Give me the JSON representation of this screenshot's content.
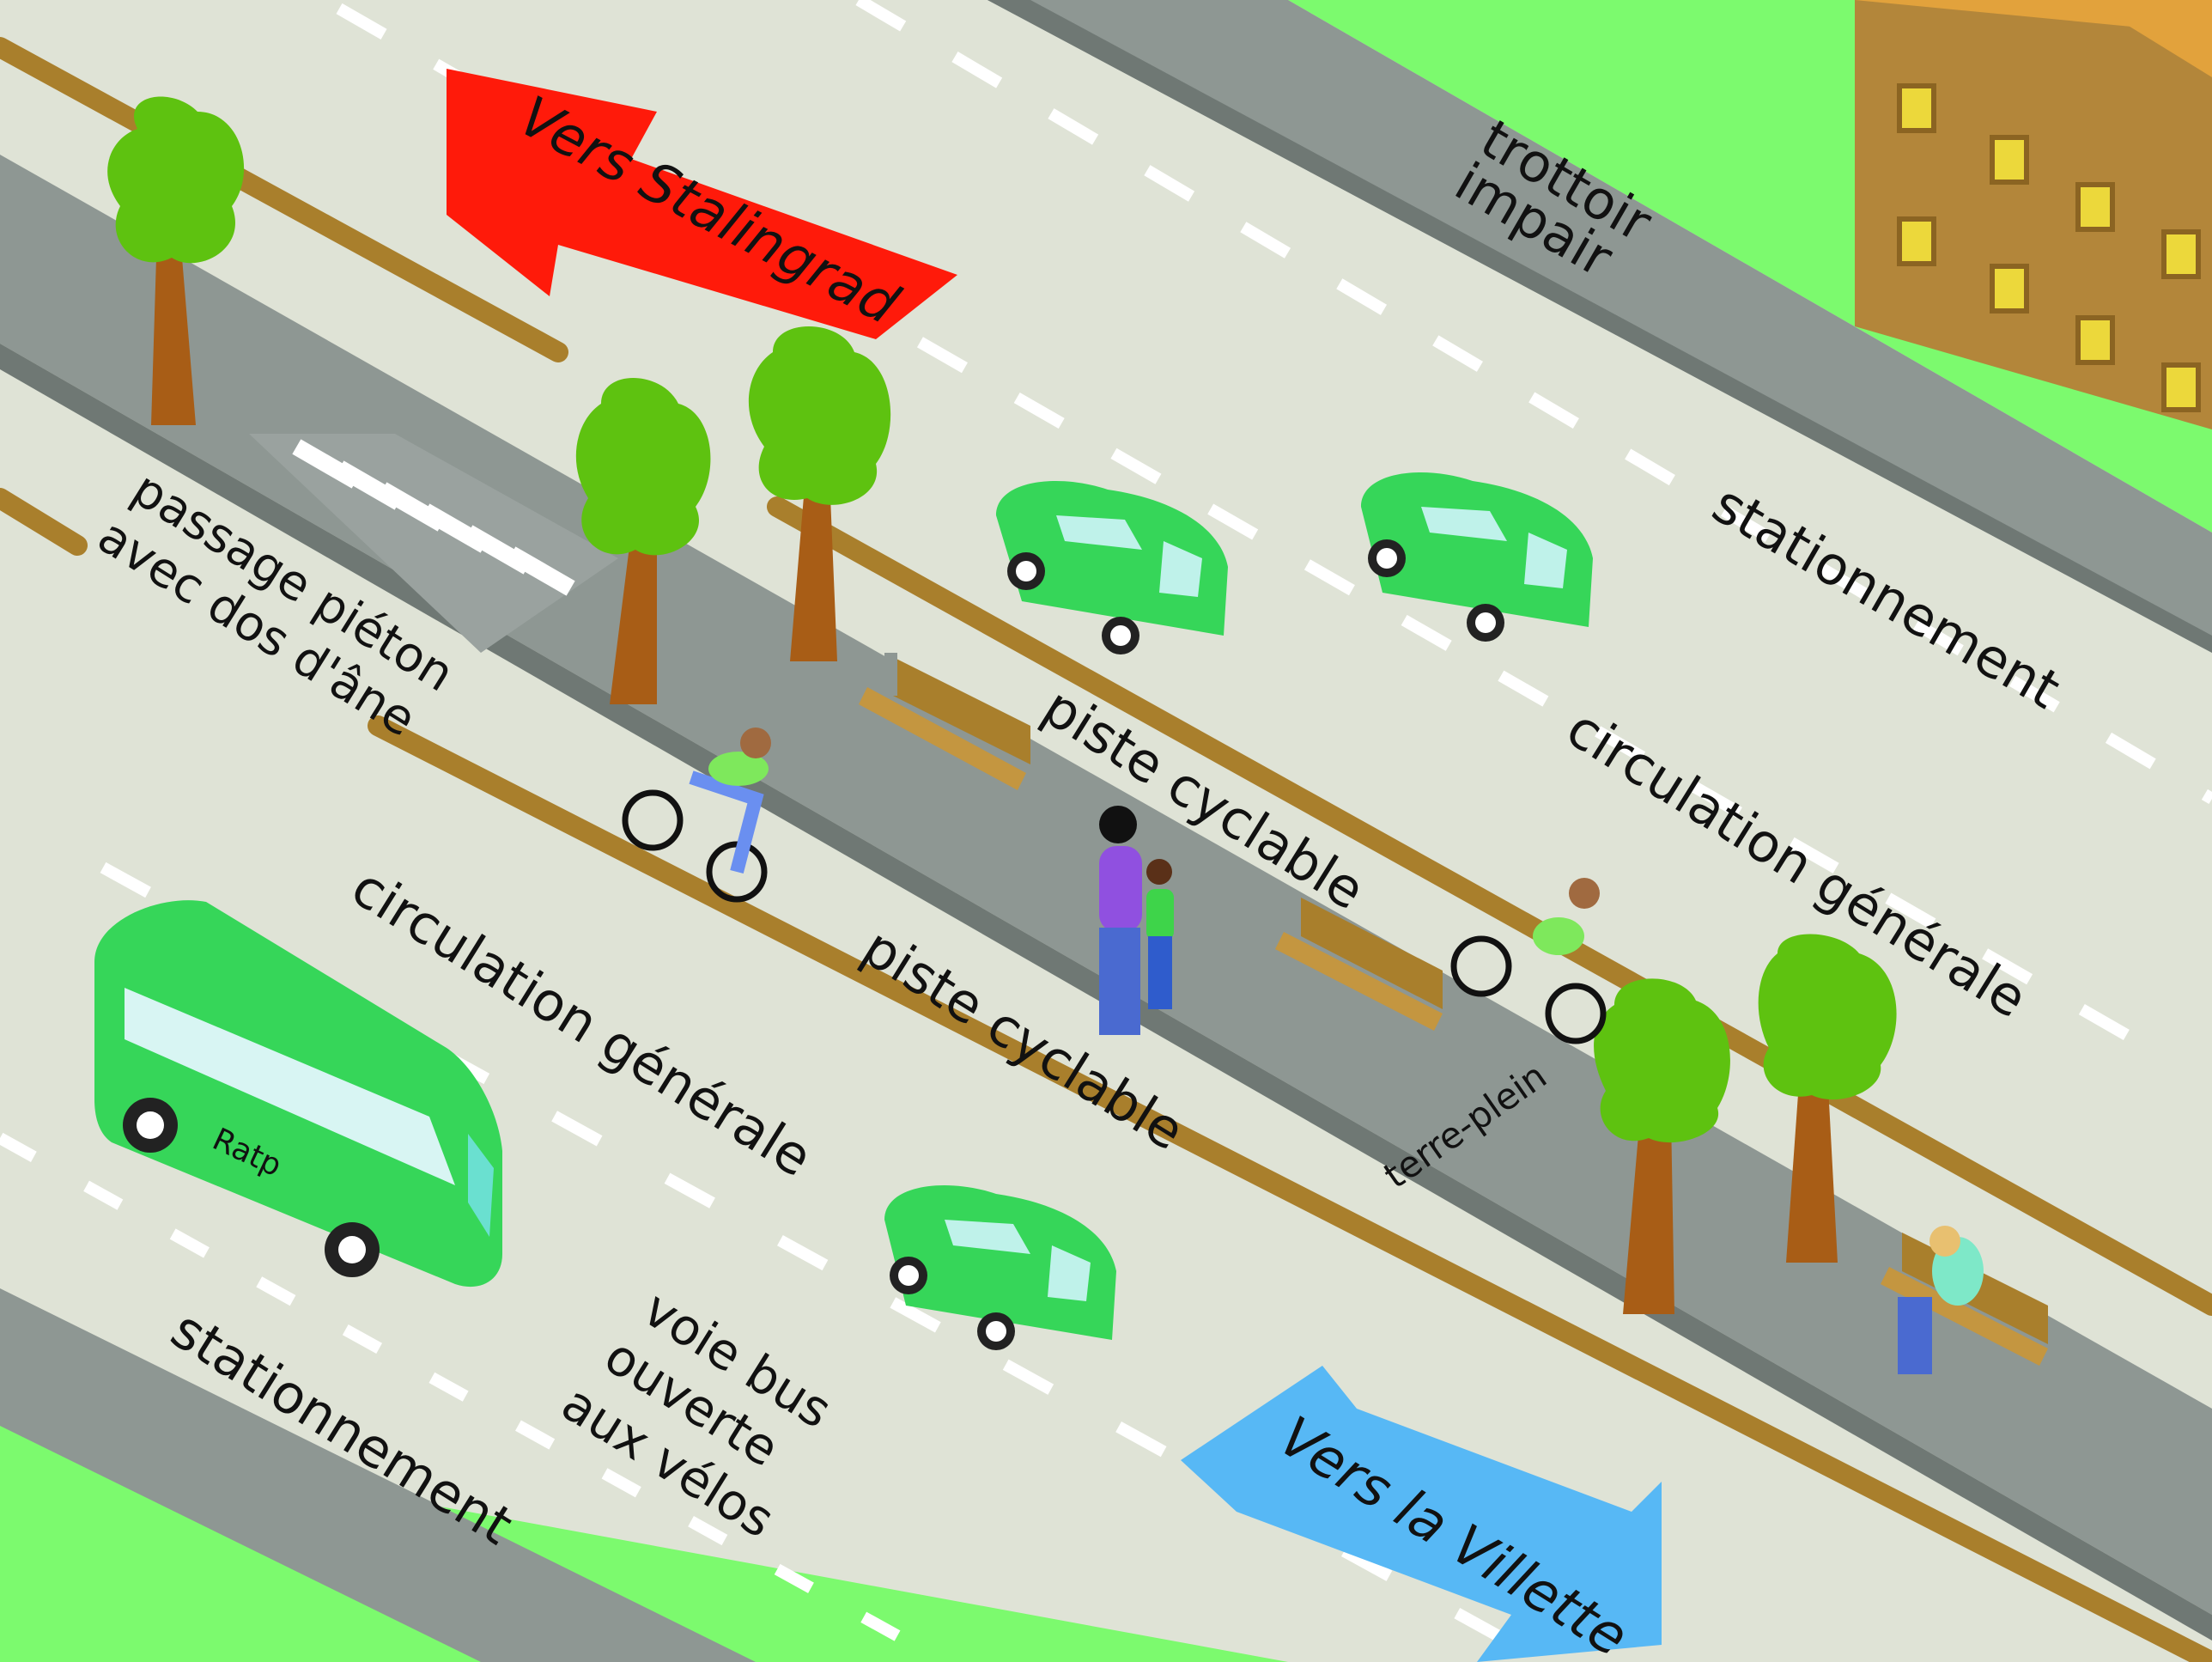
{
  "directions": {
    "west": "Vers Stalingrad",
    "east": "Vers la Villette"
  },
  "labels": {
    "sidewalk_line1": "trottoir",
    "sidewalk_line2": "impair",
    "parking_north": "stationnement",
    "traffic_north": "circulation générale",
    "bike_north": "piste cyclable",
    "crossing_line1": "passage piéton",
    "crossing_line2": "avec dos d'âne",
    "traffic_south": "circulation générale",
    "bike_south": "piste cyclable",
    "median": "terre-plein",
    "bus_line1": "voie bus",
    "bus_line2": "ouverte",
    "bus_line3": "aux vélos",
    "parking_south": "stationnement",
    "bus_brand": "Ratp"
  },
  "colors": {
    "grass": "#7cfa6e",
    "road": "#dfe3d6",
    "sidewalk": "#8e9793",
    "curb": "#a97f2c",
    "tree": "#5ec210",
    "trunk": "#a85d16",
    "vehicle": "#36d659",
    "arrow_west": "#ff1a0a",
    "arrow_east": "#57b8f5",
    "building": "#b3863a",
    "building_roof": "#e2a23c",
    "window": "#ecd83b"
  }
}
